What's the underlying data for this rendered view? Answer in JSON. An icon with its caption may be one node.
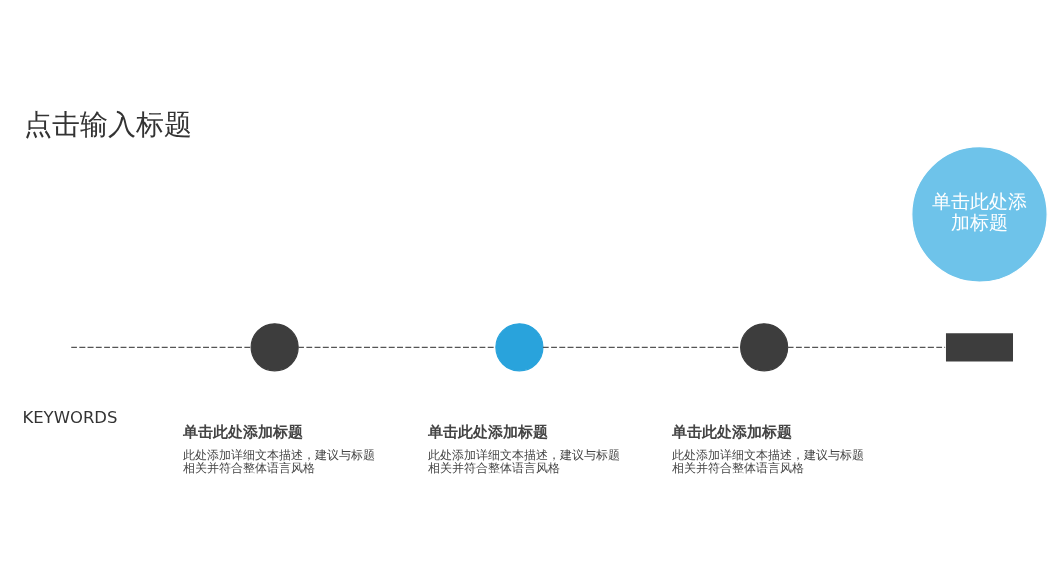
{
  "diagram": {
    "title": "点击输入标题",
    "nodes": [
      {
        "text": [],
        "shape": "circle",
        "beside": [
          "单击此处添加标题",
          "此处添加详细文本描述，建议与标题相关并符合整体语言风格"
        ]
      },
      {
        "text": [],
        "shape": "circle",
        "beside": [
          "单击此处添加标题",
          "此处添加详细文本描述，建议与标题相关并符合整体语言风格"
        ]
      },
      {
        "text": [],
        "shape": "circle",
        "beside": [
          "单击此处添加标题",
          "此处添加详细文本描述，建议与标题相关并符合整体语言风格"
        ]
      },
      {
        "text": [],
        "shape": "box"
      },
      {
        "text": [
          "单击此处添加标题"
        ]
      }
    ],
    "edges": [
      {
        "from": null,
        "to": 0,
        "arrow": "none",
        "style": "dashed"
      },
      {
        "from": 0,
        "to": 1,
        "arrow": "none",
        "style": "dashed"
      },
      {
        "from": 1,
        "to": 2,
        "arrow": "none",
        "style": "dashed"
      },
      {
        "from": 2,
        "to": 3,
        "arrow": "none",
        "style": "dashed"
      }
    ],
    "labels": [
      "KEYWORDS"
    ]
  }
}
